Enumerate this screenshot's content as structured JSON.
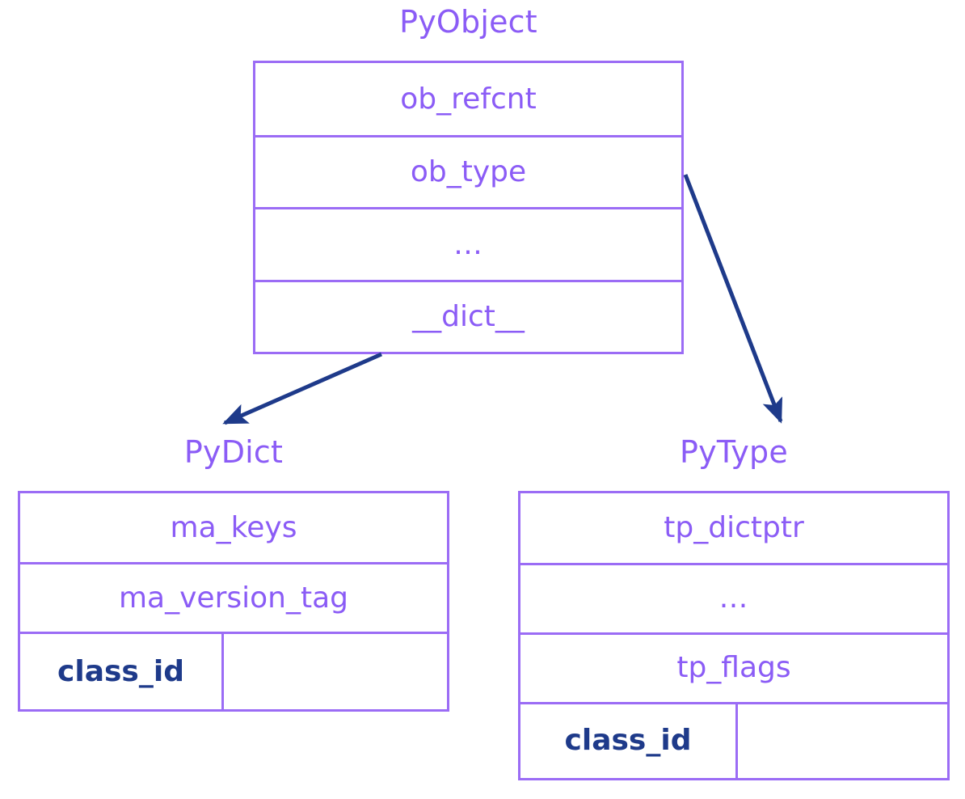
{
  "diagram": {
    "title_color": "#8B5CF6",
    "border_color": "#9B6CF5",
    "accent_color": "#1E3A8A",
    "background": "#ffffff",
    "structs": [
      {
        "name": "pyobject",
        "title": "PyObject",
        "fields": [
          {
            "label": "ob_refcnt",
            "style": "plain"
          },
          {
            "label": "ob_type",
            "style": "plain"
          },
          {
            "label": "…",
            "style": "ellipsis"
          },
          {
            "label": "__dict__",
            "style": "plain"
          }
        ]
      },
      {
        "name": "pydict",
        "title": "PyDict",
        "fields": [
          {
            "label": "ma_keys",
            "style": "plain"
          },
          {
            "label": "ma_version_tag",
            "style": "plain"
          },
          {
            "label": "class_id",
            "style": "split-highlight"
          }
        ]
      },
      {
        "name": "pytype",
        "title": "PyType",
        "fields": [
          {
            "label": "tp_dictptr",
            "style": "plain"
          },
          {
            "label": "…",
            "style": "ellipsis"
          },
          {
            "label": "tp_flags",
            "style": "plain"
          },
          {
            "label": "class_id",
            "style": "split-highlight"
          }
        ]
      }
    ],
    "arrows": [
      {
        "name": "dict-pointer-arrow",
        "from_field": "__dict__",
        "to_struct": "PyDict"
      },
      {
        "name": "type-pointer-arrow",
        "from_field": "ob_type",
        "to_struct": "PyType"
      }
    ]
  }
}
